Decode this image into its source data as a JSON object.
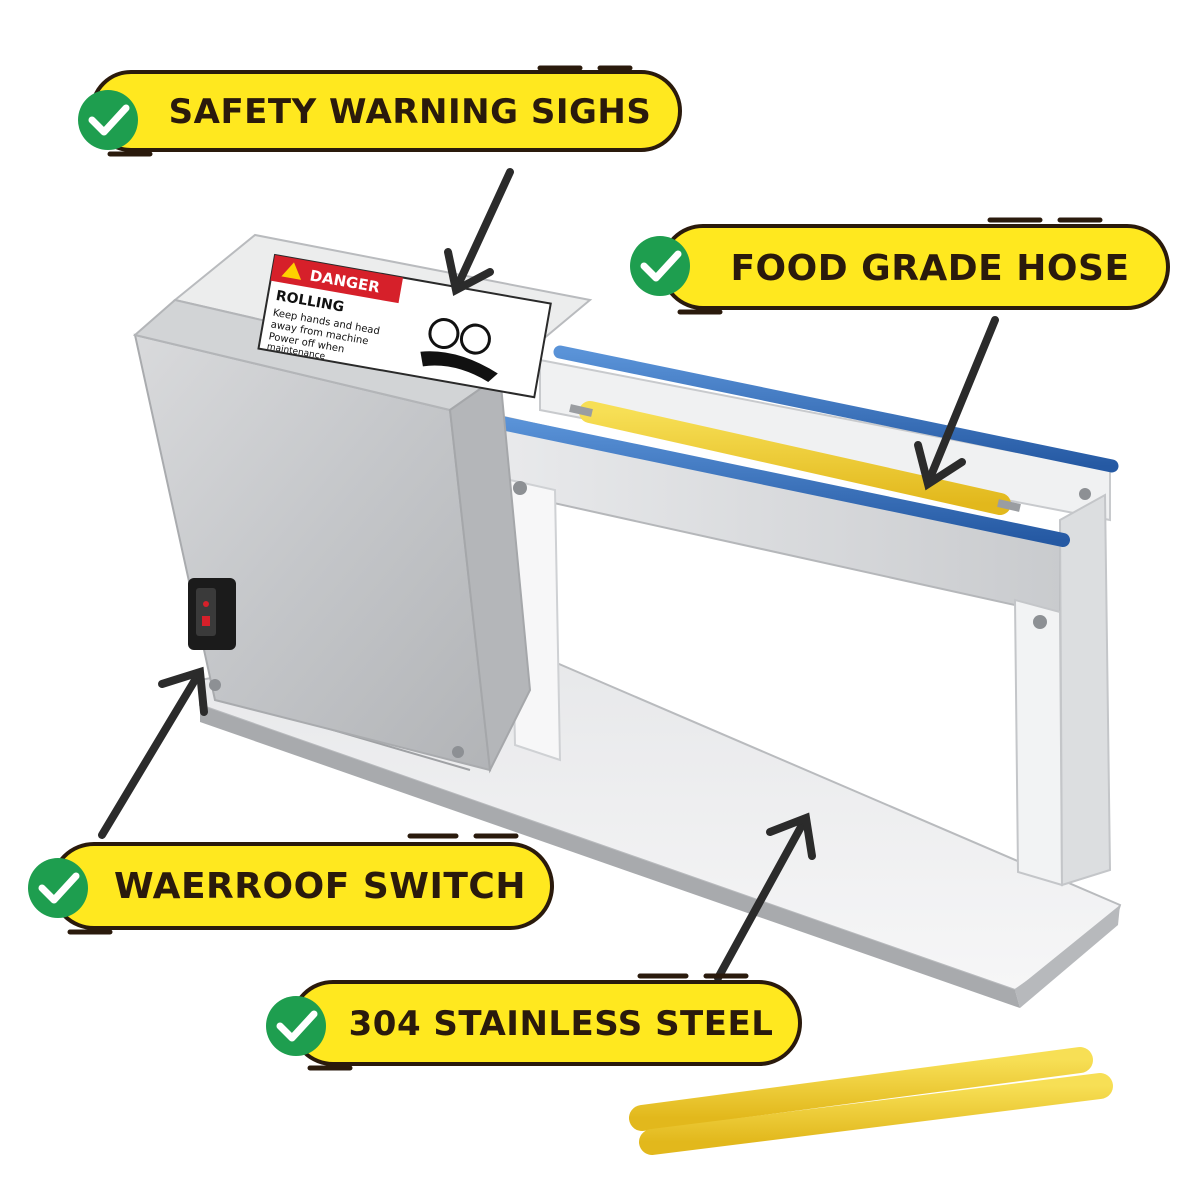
{
  "callouts": {
    "safety": "SAFETY WARNING SIGHS",
    "hose": "FOOD GRADE HOSE",
    "switch": "WAERROOF SWITCH",
    "steel": "304 STAINLESS STEEL"
  },
  "warning_sticker": {
    "header": "DANGER",
    "title": "ROLLING",
    "line1": "Keep hands and head",
    "line2": "away from machine",
    "line3": "Power off when",
    "line4": "maintenance"
  },
  "colors": {
    "banner_yellow": "#ffe81f",
    "banner_outline": "#2a1a0c",
    "check_green": "#1e9e4f",
    "hose_blue": "#2f72c4",
    "roller_yellow": "#f2cf2e",
    "danger_red": "#d6202a"
  },
  "icons": [
    "check-circle-icon",
    "arrow-icon",
    "danger-triangle-icon"
  ]
}
